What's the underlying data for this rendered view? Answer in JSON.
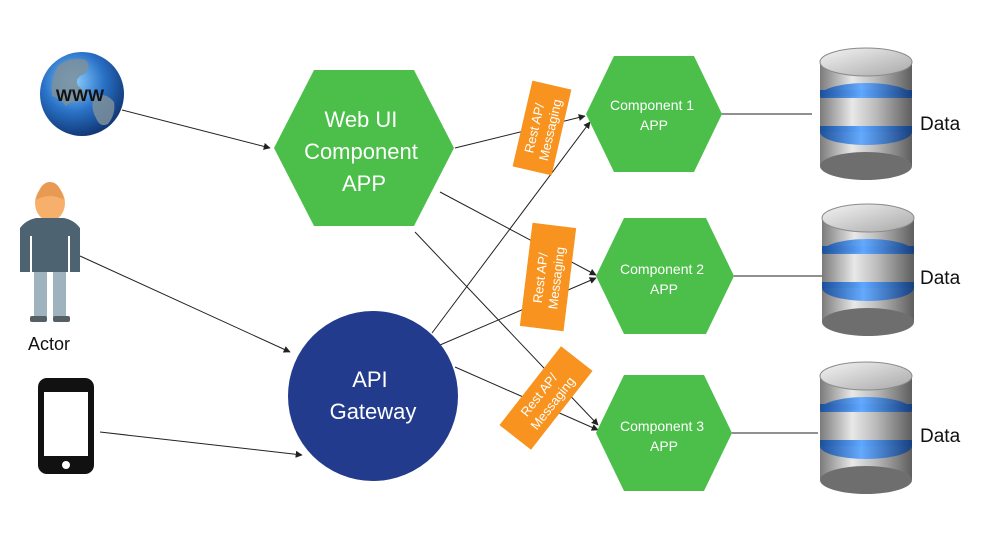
{
  "colors": {
    "hexagon": "#4bbf4a",
    "gateway": "#233b8c",
    "tag": "#f7931e",
    "arrow": "#222222",
    "text_light": "#ffffff",
    "text_dark": "#111111"
  },
  "sources": {
    "globe": {
      "icon": "globe-icon",
      "label": "WWW"
    },
    "actor": {
      "icon": "person-icon",
      "label": "Actor"
    },
    "phone": {
      "icon": "smartphone-icon"
    }
  },
  "web_ui": {
    "line1": "Web UI",
    "line2": "Component",
    "line3": "APP"
  },
  "gateway": {
    "line1": "API",
    "line2": "Gateway"
  },
  "tags": [
    {
      "line1": "Rest AP/",
      "line2": "Messaging"
    },
    {
      "line1": "Rest AP/",
      "line2": "Messaging"
    },
    {
      "line1": "Rest AP/",
      "line2": "Messaging"
    }
  ],
  "components": [
    {
      "line1": "Component 1",
      "line2": "APP",
      "data_label": "Data"
    },
    {
      "line1": "Component 2",
      "line2": "APP",
      "data_label": "Data"
    },
    {
      "line1": "Component 3",
      "line2": "APP",
      "data_label": "Data"
    }
  ],
  "database_icon": "database-icon"
}
